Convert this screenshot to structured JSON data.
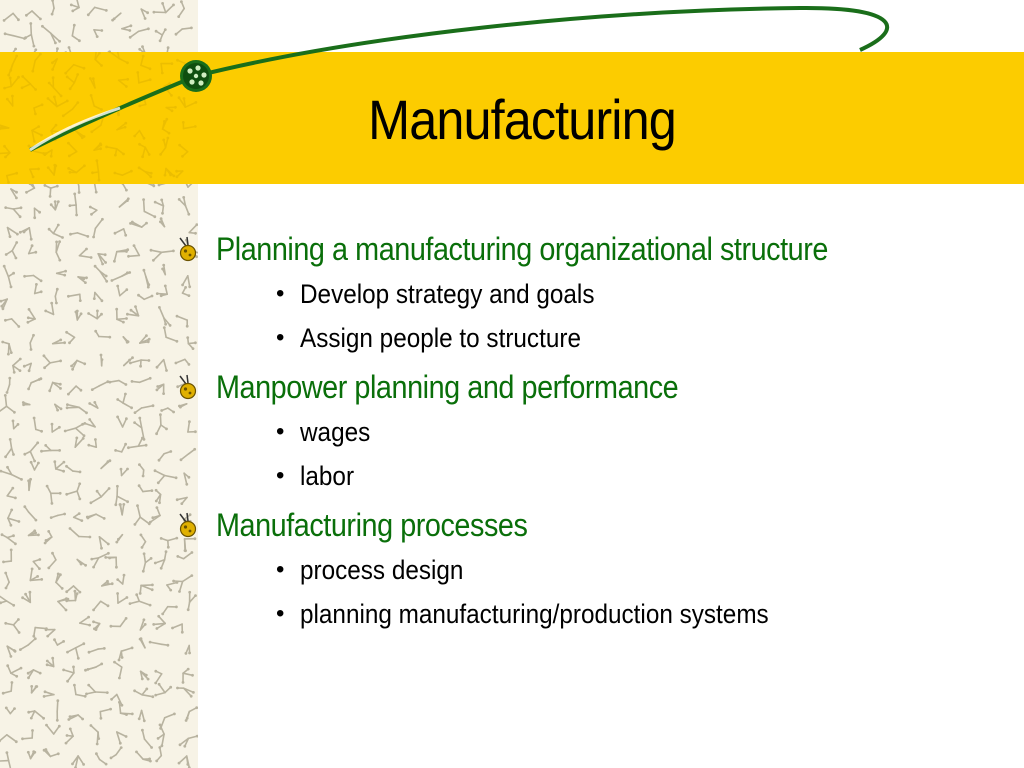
{
  "slide": {
    "title": "Manufacturing",
    "bullets": [
      {
        "text": "Planning a manufacturing organizational structure",
        "sub": [
          "Develop strategy and goals",
          "Assign people to structure"
        ]
      },
      {
        "text": "Manpower planning and performance",
        "sub": [
          "wages",
          "labor"
        ]
      },
      {
        "text": "Manufacturing processes",
        "sub": [
          "process design",
          "planning manufacturing/production systems"
        ]
      }
    ],
    "sub_bullet_glyph": "•"
  },
  "theme": {
    "title_band_color": "#fccc00",
    "heading_text_color": "#0a6f0a",
    "swoosh_color": "#1a6e1a",
    "pattern_color": "#b8b3a0",
    "pattern_background": "#f7f3e6"
  },
  "icons": {
    "bullet": "ladybug-bullet-icon",
    "title_ornament": "green-orb-ornament-icon"
  }
}
